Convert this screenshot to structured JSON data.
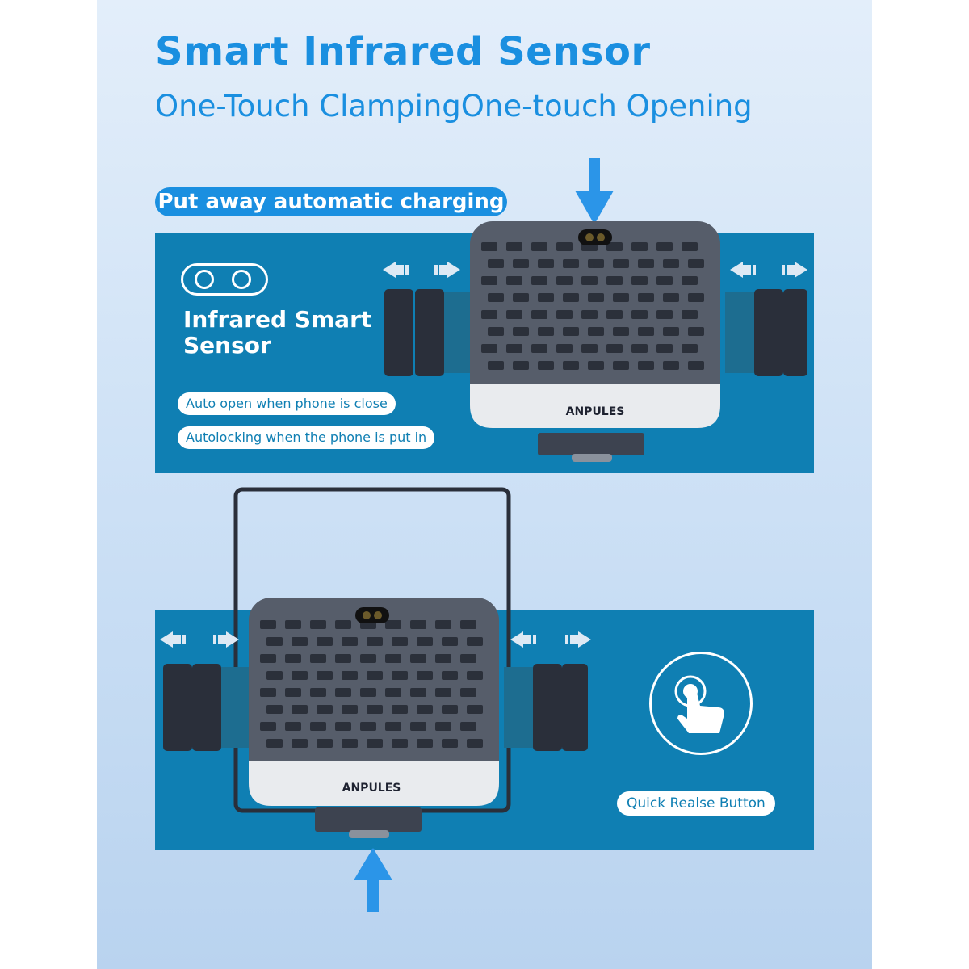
{
  "header": {
    "title": "Smart Infrared Sensor",
    "subtitle": "One-Touch ClampingOne-touch Opening"
  },
  "section1": {
    "pill": "Put away automatic charging",
    "label_line1": "Infrared Smart",
    "label_line2": "Sensor",
    "feature1": "Auto open when phone is close",
    "feature2": "Autolocking when the phone is put in",
    "brand": "ANPULES"
  },
  "section2": {
    "button_label": "Quick Realse Button",
    "brand": "ANPULES"
  },
  "icons": [
    "down-arrow-icon",
    "up-arrow-icon",
    "infrared-sensor-icon",
    "touch-finger-icon",
    "left-arrow-icon",
    "right-arrow-icon"
  ],
  "colors": {
    "accent": "#1a8fe0",
    "panel": "#0f7fb3",
    "device": "#505865"
  }
}
